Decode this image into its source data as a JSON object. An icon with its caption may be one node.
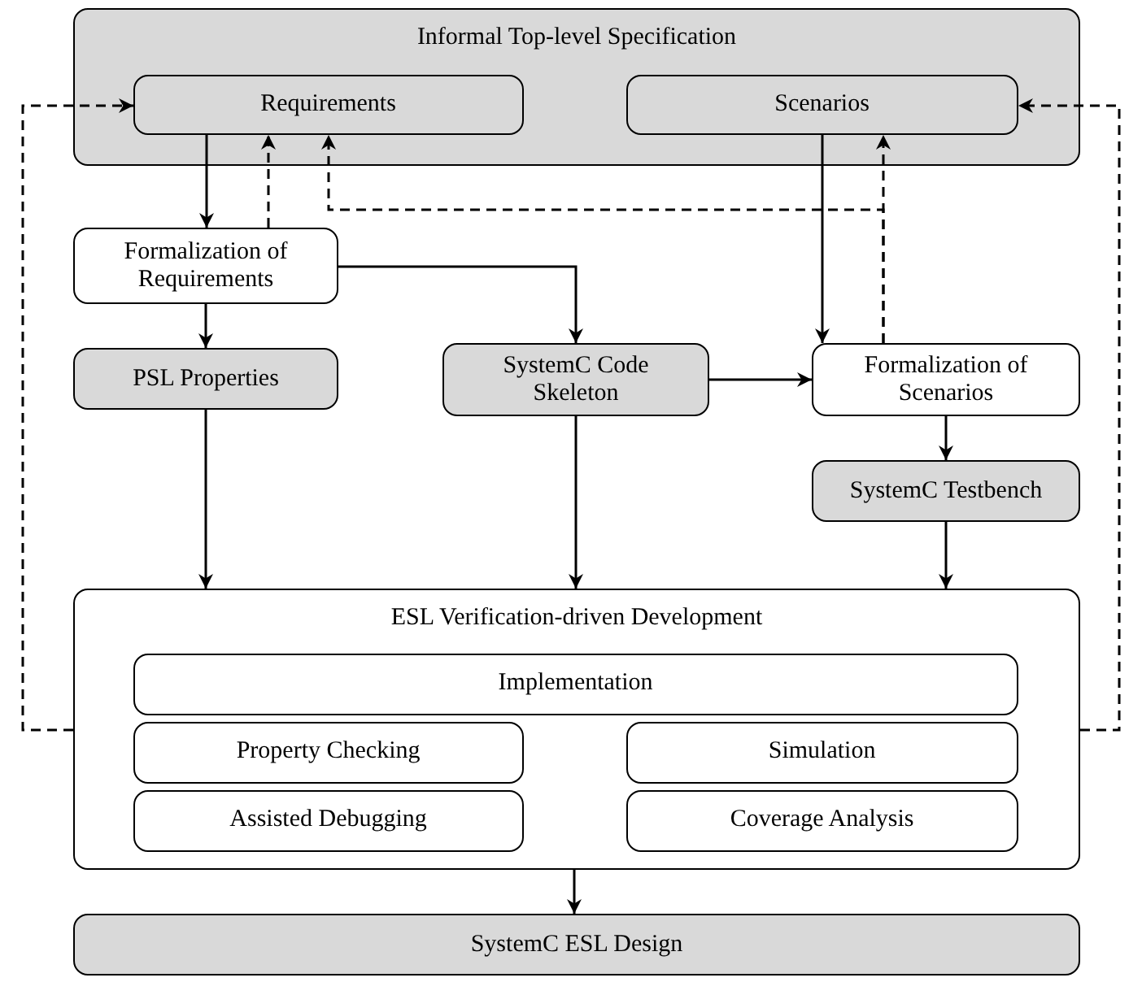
{
  "diagram": {
    "nodes": [
      {
        "text": [
          "Informal Top-level Specification"
        ]
      },
      {
        "text": [
          "Requirements"
        ],
        "in": 0
      },
      {
        "text": [
          "Scenarios"
        ],
        "in": 0
      },
      {
        "text": [
          "Formalization of Requirements"
        ]
      },
      {
        "text": [
          "PSL Properties"
        ]
      },
      {
        "text": [
          "SystemC Code Skeleton"
        ]
      },
      {
        "text": [
          "Formalization of Scenarios"
        ]
      },
      {
        "text": [
          "SystemC Testbench"
        ]
      },
      {
        "text": [
          "ESL Verification-driven Development"
        ]
      },
      {
        "text": [
          "Implementation"
        ],
        "in": 8
      },
      {
        "text": [
          "Property Checking"
        ],
        "in": 8
      },
      {
        "text": [
          "Simulation"
        ],
        "in": 8
      },
      {
        "text": [
          "Assisted Debugging"
        ],
        "in": 8
      },
      {
        "text": [
          "Coverage Analysis"
        ],
        "in": 8
      },
      {
        "text": [
          "SystemC ESL Design"
        ]
      }
    ],
    "edges": [
      {
        "from": 1,
        "to": 3,
        "arrow": "to"
      },
      {
        "from": 3,
        "to": 1,
        "arrow": "to",
        "style": "dashed"
      },
      {
        "from": 3,
        "to": 4,
        "arrow": "to"
      },
      {
        "from": 3,
        "to": 5,
        "arrow": "to"
      },
      {
        "from": 2,
        "to": 6,
        "arrow": "to"
      },
      {
        "from": 6,
        "to": 2,
        "arrow": "to",
        "style": "dashed"
      },
      {
        "from": 6,
        "to": 1,
        "arrow": "to",
        "style": "dashed"
      },
      {
        "from": 5,
        "to": 6,
        "arrow": "to"
      },
      {
        "from": 6,
        "to": 7,
        "arrow": "to"
      },
      {
        "from": 4,
        "to": 8,
        "arrow": "to"
      },
      {
        "from": 5,
        "to": 8,
        "arrow": "to"
      },
      {
        "from": 7,
        "to": 8,
        "arrow": "to"
      },
      {
        "from": 8,
        "to": 14,
        "arrow": "to"
      },
      {
        "from": 8,
        "to": 1,
        "arrow": "to",
        "style": "dashed"
      },
      {
        "from": 8,
        "to": 2,
        "arrow": "to",
        "style": "dashed"
      }
    ]
  }
}
